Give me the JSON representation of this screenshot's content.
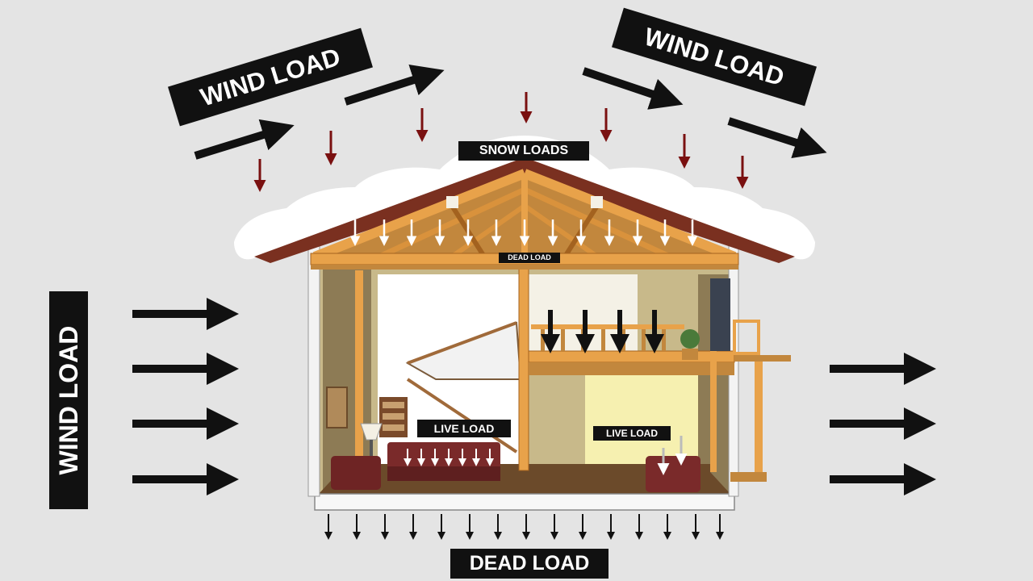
{
  "labels": {
    "wind_top_left": "WIND LOAD",
    "wind_top_right": "WIND LOAD",
    "wind_left": "WIND LOAD",
    "snow_loads": "SNOW LOADS",
    "dead_load_roof": "DEAD LOAD",
    "live_load_living": "LIVE LOAD",
    "live_load_kitchen": "LIVE LOAD",
    "dead_load_bottom": "DEAD LOAD"
  },
  "colors": {
    "background": "#e4e4e4",
    "label_bg": "#111111",
    "label_text": "#ffffff",
    "wind_arrow": "#111111",
    "snow_arrow": "#7a1010",
    "roof": "#7a3020",
    "timber": "#e8a24a",
    "snow": "#ffffff",
    "floor": "#6b4a2a",
    "sofa": "#7a2a2a"
  },
  "icons": [
    "wind-arrow-icon",
    "snow-load-arrow-icon",
    "dead-load-arrow-icon",
    "live-load-arrow-icon"
  ]
}
